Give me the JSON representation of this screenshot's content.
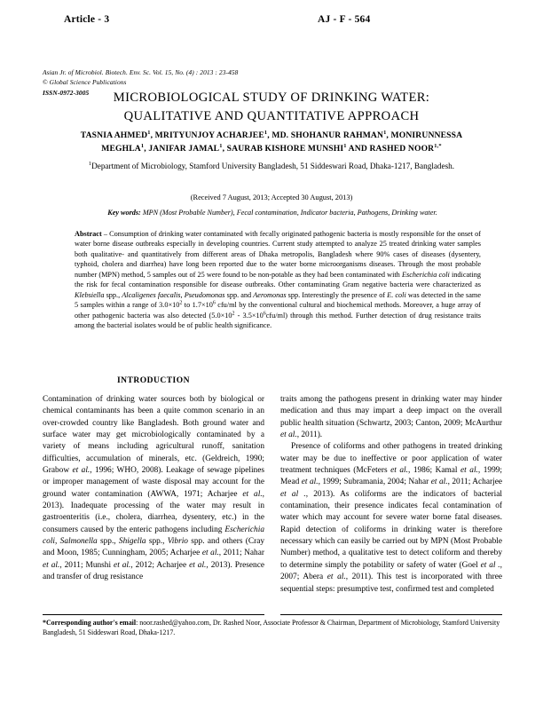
{
  "running_head": {
    "left": "Article - 3",
    "right": "AJ - F - 564"
  },
  "imprint": {
    "line1": "Asian Jr. of Microbiol. Biotech. Env. Sc. Vol. 15, No. (4) : 2013 : 23-458",
    "line2": "© Global Science Publications",
    "issn": "ISSN-0972-3005"
  },
  "title": {
    "line1": "MICROBIOLOGICAL STUDY OF DRINKING WATER:",
    "line2": "QUALITATIVE AND QUANTITATIVE APPROACH"
  },
  "authors": {
    "line1": "TASNIA AHMED<sup>1</sup>, MRITYUNJOY ACHARJEE<sup>1</sup>, MD. SHOHANUR RAHMAN<sup>1</sup>, MONIRUNNESSA",
    "line2": "MEGHLA<sup>1</sup>, JANIFAR JAMAL<sup>1</sup>, SAURAB KISHORE MUNSHI<sup>1</sup> AND RASHED NOOR<sup>1,*</sup>"
  },
  "affiliation": {
    "text": "<sup>1</sup>Department of Microbiology, Stamford University Bangladesh, 51 Siddeswari Road, Dhaka-1217, Bangladesh."
  },
  "received": {
    "text": "(Received 7 August, 2013; Accepted 30 August, 2013)"
  },
  "keywords": {
    "label": "Key words:",
    "terms": "MPN (Most Probable Number), Fecal contamination, Indicator bacteria, Pathogens, Drinking water."
  },
  "abstract": {
    "label": "Abstract",
    "dash": " – ",
    "body": "Consumption of drinking water contaminated with fecally originated pathogenic bacteria is mostly responsible for the onset of water borne disease outbreaks especially in developing countries. Current study attempted to analyze 25 treated drinking water samples both qualitative- and quantitatively from different areas of Dhaka metropolis, Bangladesh where 90% cases of diseases (dysentery, typhoid, cholera and diarrhea) have long been reported due to the water borne microorganisms diseases. Through the most probable number (MPN) method, 5 samples out of 25 were found to be non-potable as they had been contaminated with <i>Escherichia coli</i> indicating the risk for fecal contamination responsible for disease outbreaks. Other contaminating Gram negative bacteria were characterized as <i>Klebsiella</i> spp., <i>Alcaligenes faecalis</i>, <i>Pseudomonas</i> spp. and <i>Aeromonas</i> spp. Interestingly the presence of <i>E. coli</i> was detected in the same 5 samples within a range of 3.0×10<sup>2</sup> to 1.7×10<sup>6</sup> cfu/ml by the conventional cultural and biochemical methods. Moreover, a huge array of other pathogenic bacteria was also detected (5.0×10<sup>2</sup> - 3.5×10<sup>6</sup>cfu/ml) through this method. Further detection of drug resistance traits among the bacterial isolates would be of public health significance."
  },
  "section_heading": "INTRODUCTION",
  "body": {
    "left_column": [
      "Contamination of drinking water sources both by biological or chemical contaminants has been a quite common scenario in an over-crowded country like Bangladesh. Both ground water and surface water may get microbiologically contaminated by a variety of means including agricultural runoff, sanitation difficulties, accumulation of minerals, etc. (Geldreich, 1990; Grabow <i>et al.</i>, 1996; WHO, 2008). Leakage of sewage pipelines or improper management of waste disposal may account for the ground water contamination (AWWA, 1971; Acharjee <i>et al.</i>, 2013). Inadequate processing of the water may result in gastroenteritis (i.e., cholera, diarrhea, dysentery, etc.) in the consumers caused by the enteric pathogens including <i>Escherichia coli</i>, <i>Salmonella</i> spp., <i>Shigella</i> spp., <i>Vibrio</i> spp. and others (Cray and Moon, 1985; Cunningham, 2005; Acharjee <i>et al.</i>, 2011; Nahar <i>et al.</i>, 2011; Munshi <i>et al.</i>, 2012; Acharjee <i>et al.</i>, 2013). Presence and transfer of drug resistance"
    ],
    "right_column": [
      "traits among the pathogens present in drinking water may hinder medication and thus may impart a deep impact on the overall public health situation (Schwartz, 2003; Canton, 2009; McAurthur <i>et al.</i>, 2011).",
      "Presence of coliforms and other pathogens in treated drinking water may be due to ineffective or poor application of water treatment techniques (McFeters <i>et al.</i>, 1986; Kamal <i>et al.</i>, 1999; Mead <i>et al.</i>, 1999; Subramania, 2004; Nahar <i>et al.</i>, 2011; Acharjee <i>et al .</i>, 2013). As coliforms are the indicators of bacterial contamination, their presence indicates fecal contamination of water which may account for severe water borne fatal diseases. Rapid detection of coliforms in drinking water is therefore necessary which can easily be carried out by MPN (Most Probable Number) method, a qualitative test to detect coliform and thereby to determine simply the potability or safety of water (Goel <i>et al .</i>, 2007; Abera <i>et al.</i>, 2011). This test is incorporated with three sequential steps: presumptive test, confirmed test and completed"
    ]
  },
  "footnote": {
    "lead": "*Corresponding author's email",
    "text": ": noor.rashed@yahoo.com, Dr. Rashed Noor, Associate Professor & Chairman, Department of Microbiology, Stamford University Bangladesh, 51 Siddeswari Road, Dhaka-1217."
  }
}
